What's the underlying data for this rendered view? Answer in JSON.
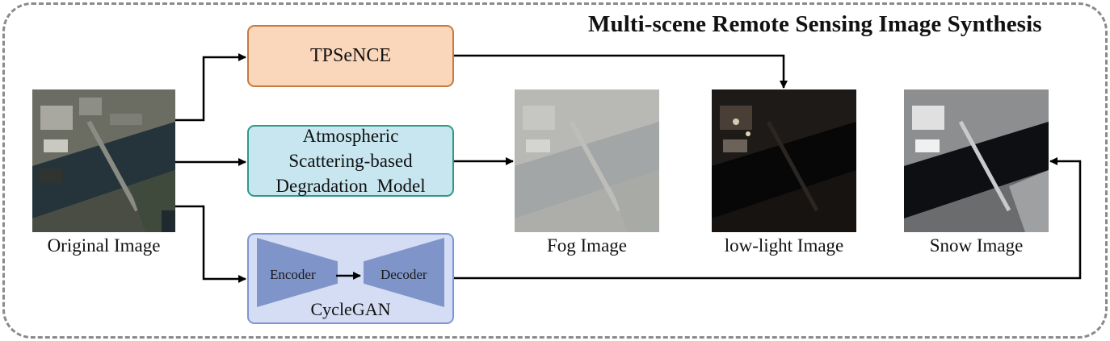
{
  "title": "Multi-scene Remote Sensing Image Synthesis",
  "modules": {
    "tpsence": {
      "label": "TPSeNCE"
    },
    "atmospheric": {
      "lines": [
        "Atmospheric",
        "Scattering-based",
        "Degradation  Model"
      ]
    },
    "cyclegan": {
      "label": "CycleGAN",
      "encoder": "Encoder",
      "decoder": "Decoder"
    }
  },
  "images": {
    "original": {
      "caption": "Original Image"
    },
    "fog": {
      "caption": "Fog Image"
    },
    "lowlight": {
      "caption": "low-light Image"
    },
    "snow": {
      "caption": "Snow Image"
    }
  },
  "colors": {
    "tpsence_fill": "#fad6bb",
    "tpsence_border": "#c77a3f",
    "atmospheric_fill": "#c7e6f0",
    "atmospheric_border": "#2b9a86",
    "cyclegan_fill": "#d4ddf4",
    "cyclegan_border": "#7d97d4",
    "frame_border": "#8a8a8a"
  }
}
